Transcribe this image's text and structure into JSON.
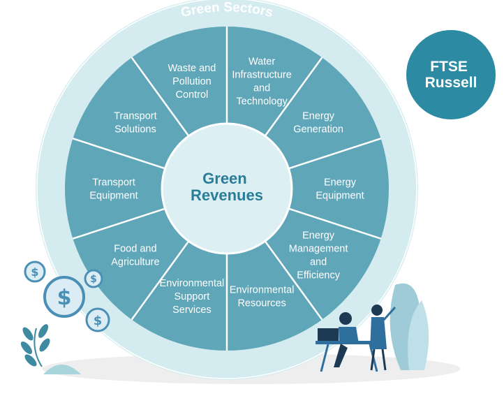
{
  "diagram": {
    "ring_title": "Green Sectors",
    "center_lines": [
      "Green",
      "Revenues"
    ],
    "segments": [
      {
        "lines": [
          "Water",
          "Infrastructure",
          "and",
          "Technology"
        ]
      },
      {
        "lines": [
          "Energy",
          "Generation"
        ]
      },
      {
        "lines": [
          "Energy",
          "Equipment"
        ]
      },
      {
        "lines": [
          "Energy",
          "Management",
          "and",
          "Efficiency"
        ]
      },
      {
        "lines": [
          "Environmental",
          "Resources"
        ]
      },
      {
        "lines": [
          "Environmental",
          "Support",
          "Services"
        ]
      },
      {
        "lines": [
          "Food and",
          "Agriculture"
        ]
      },
      {
        "lines": [
          "Transport",
          "Equipment"
        ]
      },
      {
        "lines": [
          "Transport",
          "Solutions"
        ]
      },
      {
        "lines": [
          "Waste and",
          "Pollution",
          "Control"
        ]
      }
    ]
  },
  "brand": {
    "lines": [
      "FTSE",
      "Russell"
    ]
  },
  "colors": {
    "outer_ring": "#d4ecf0",
    "wheel": "#5fa6b8",
    "divider": "#ffffff",
    "center_fill": "#dcf0f4",
    "center_text": "#2a7d96",
    "brand_circle": "#2c8ba3",
    "coin": "#4a8fb5"
  },
  "icons": [
    "dollar-coin-icon",
    "leaf-plant-icon",
    "people-at-laptop-icon"
  ]
}
